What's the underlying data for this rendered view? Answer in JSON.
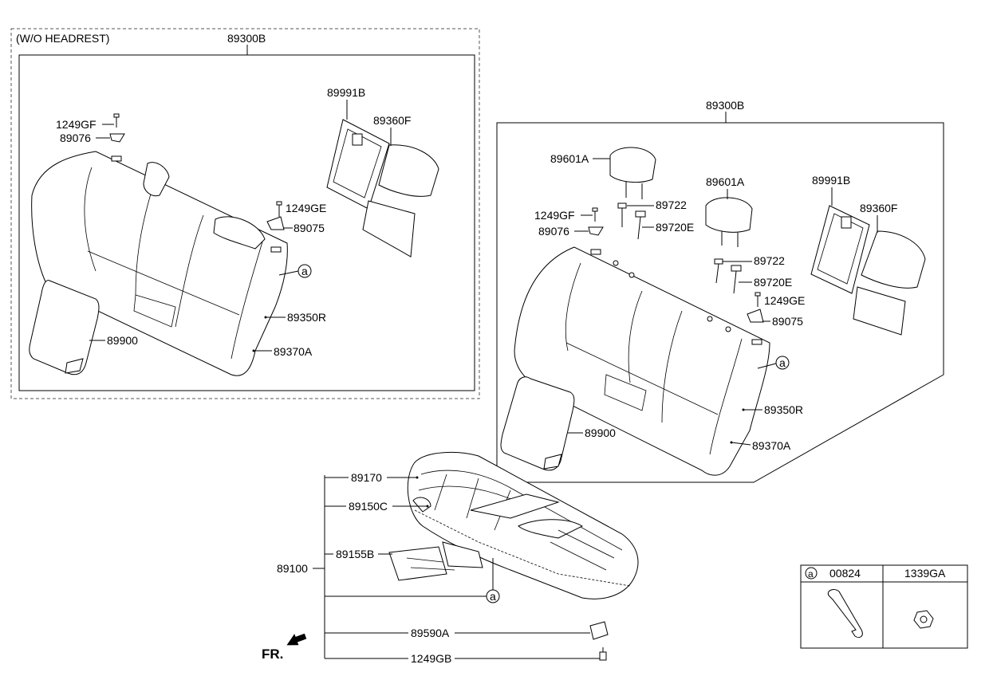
{
  "left_panel": {
    "variant_note": "(W/O HEADREST)",
    "assembly_label": "89300B",
    "labels": {
      "p1249gf": "1249GF",
      "p89076": "89076",
      "p89991b": "89991B",
      "p89360f": "89360F",
      "p1249ge": "1249GE",
      "p89075": "89075",
      "callout_a": "a",
      "p89350r": "89350R",
      "p89900": "89900",
      "p89370a": "89370A"
    }
  },
  "right_panel": {
    "assembly_label": "89300B",
    "labels": {
      "p89601a_left": "89601A",
      "p89601a_right": "89601A",
      "p89722_top": "89722",
      "p1249gf": "1249GF",
      "p89720e_top": "89720E",
      "p89076": "89076",
      "p89722_mid": "89722",
      "p89720e_mid": "89720E",
      "p1249ge": "1249GE",
      "p89075": "89075",
      "p89991b": "89991B",
      "p89360f": "89360F",
      "callout_a": "a",
      "p89350r": "89350R",
      "p89900": "89900",
      "p89370a": "89370A"
    }
  },
  "cushion": {
    "assembly_label": "89100",
    "labels": {
      "p89170": "89170",
      "p89150c": "89150C",
      "p89155b": "89155B",
      "callout_a": "a",
      "p89590a": "89590A",
      "p1249gb": "1249GB"
    }
  },
  "front_indicator": "FR.",
  "legend": {
    "callout": "a",
    "col1": "00824",
    "col2": "1339GA"
  }
}
